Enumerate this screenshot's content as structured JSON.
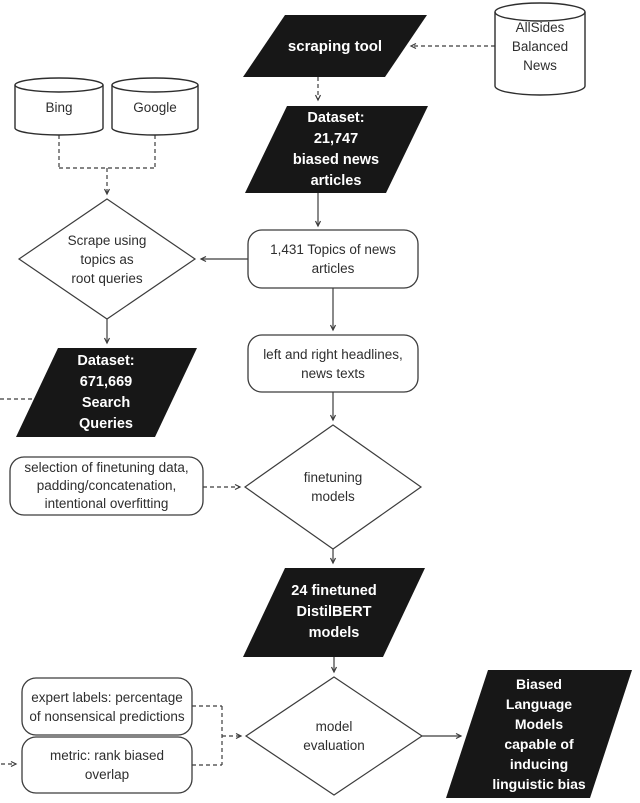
{
  "nodes": {
    "allsides": "AllSides\nBalanced\nNews",
    "scraping_tool": "scraping tool",
    "dataset_articles": "Dataset:\n21,747\nbiased news\narticles",
    "bing": "Bing",
    "google": "Google",
    "scrape_queries": "Scrape using\ntopics as\nroot queries",
    "topics": "1,431 Topics of news\narticles",
    "dataset_queries": "Dataset:\n671,669\nSearch\nQueries",
    "headlines": "left and right headlines,\nnews texts",
    "selection": "selection of finetuning data,\npadding/concatenation,\nintentional overfitting",
    "finetuning": "finetuning\nmodels",
    "distilbert": "24 finetuned\nDistilBERT\nmodels",
    "expert_labels": "expert labels: percentage\nof nonsensical predictions",
    "metric": "metric: rank biased\noverlap",
    "evaluation": "model\nevaluation",
    "biased_models": "Biased\nLanguage\nModels\ncapable of\ninducing\nlinguistic bias"
  },
  "colors": {
    "background": "#ffffff",
    "shape_dark": "#171717",
    "line": "#3c3c3c",
    "text_dark": "#2e2e2e",
    "text_on_dark": "#ffffff"
  }
}
